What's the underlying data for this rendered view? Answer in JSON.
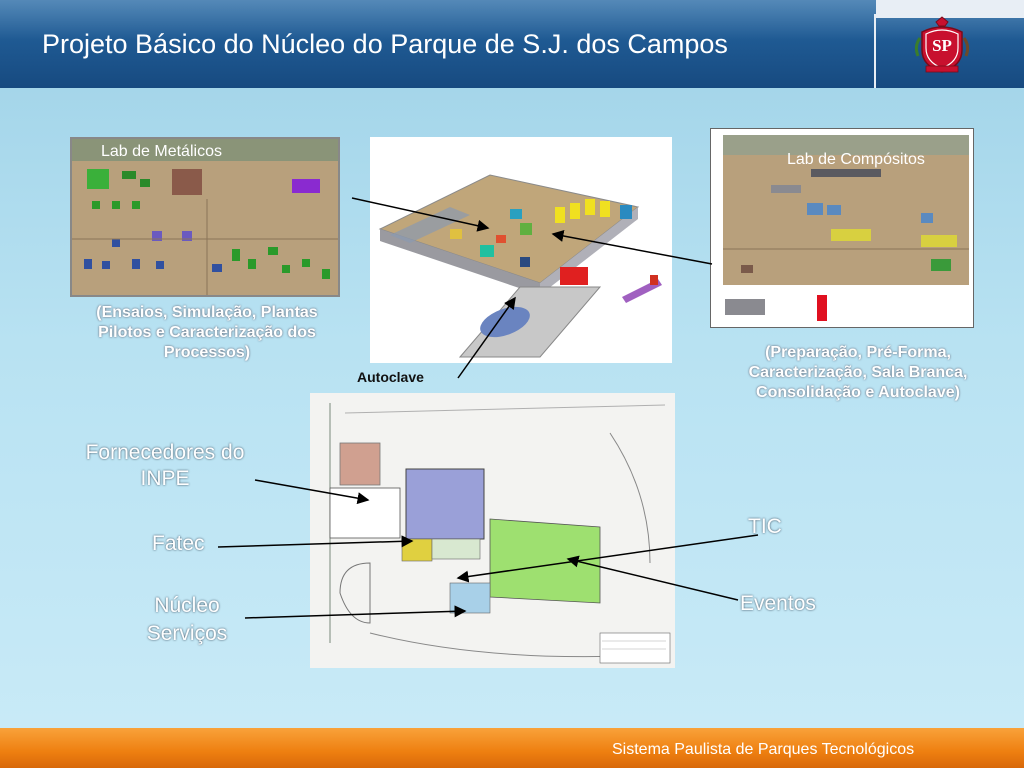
{
  "header": {
    "title": "Projeto Básico do Núcleo do Parque de S.J. dos Campos",
    "logo": {
      "lettering": "SP",
      "icon": "sao-paulo-state-seal"
    }
  },
  "images": {
    "lab_metalicos_label": "Lab de Metálicos",
    "lab_compositos_label": "Lab de Compósitos"
  },
  "labels": {
    "ensaios": "(Ensaios, Simulação, Plantas Pilotos e Caracterização dos Processos)",
    "preparacao": "(Preparação, Pré-Forma, Caracterização, Sala Branca, Consolidação e Autoclave)",
    "autoclave": "Autoclave",
    "fornecedores": "Fornecedores do INPE",
    "fatec": "Fatec",
    "nucleo_servicos": "Núcleo Serviços",
    "tic": "TIC",
    "eventos": "Eventos"
  },
  "footer": {
    "text": "Sistema Paulista de Parques Tecnológicos"
  },
  "colors": {
    "header_blue": "#1f5a93",
    "panel_blue": "#b8e2f2",
    "footer_orange": "#ee7f10",
    "logo_red": "#c8102e"
  }
}
